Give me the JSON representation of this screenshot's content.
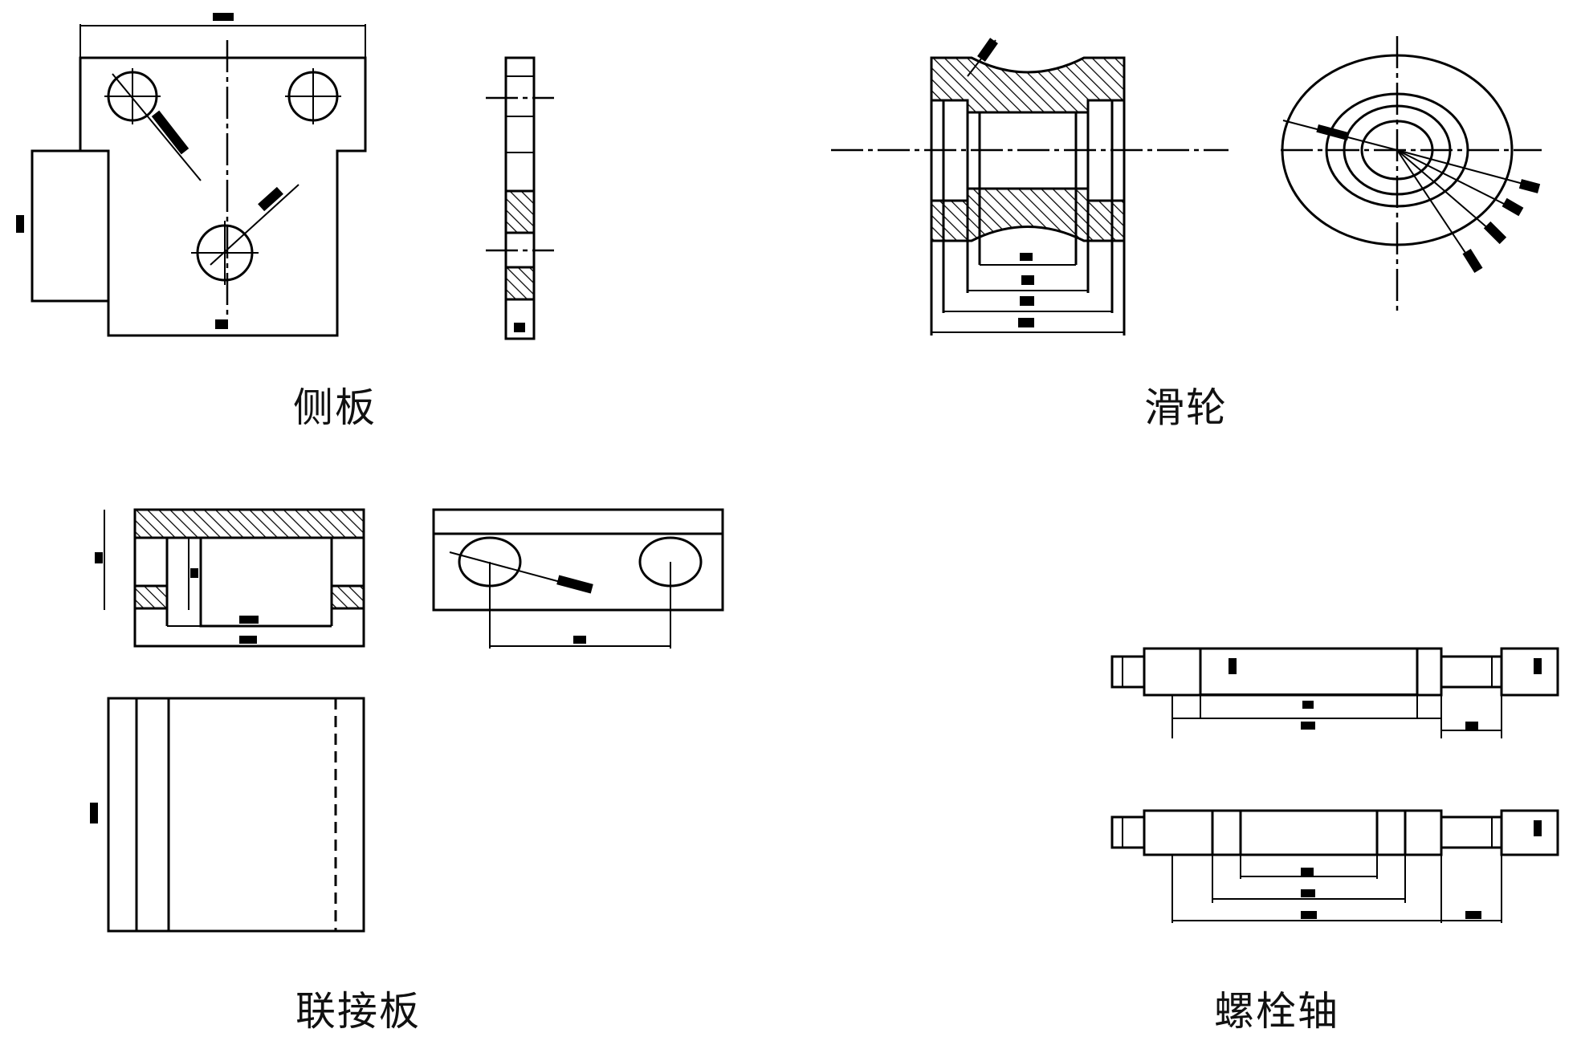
{
  "captions": {
    "side_plate": "侧板",
    "pulley": "滑轮",
    "connecting_plate": "联接板",
    "bolt_shaft": "螺栓轴"
  },
  "colors": {
    "line": "#000000",
    "background": "#ffffff"
  }
}
